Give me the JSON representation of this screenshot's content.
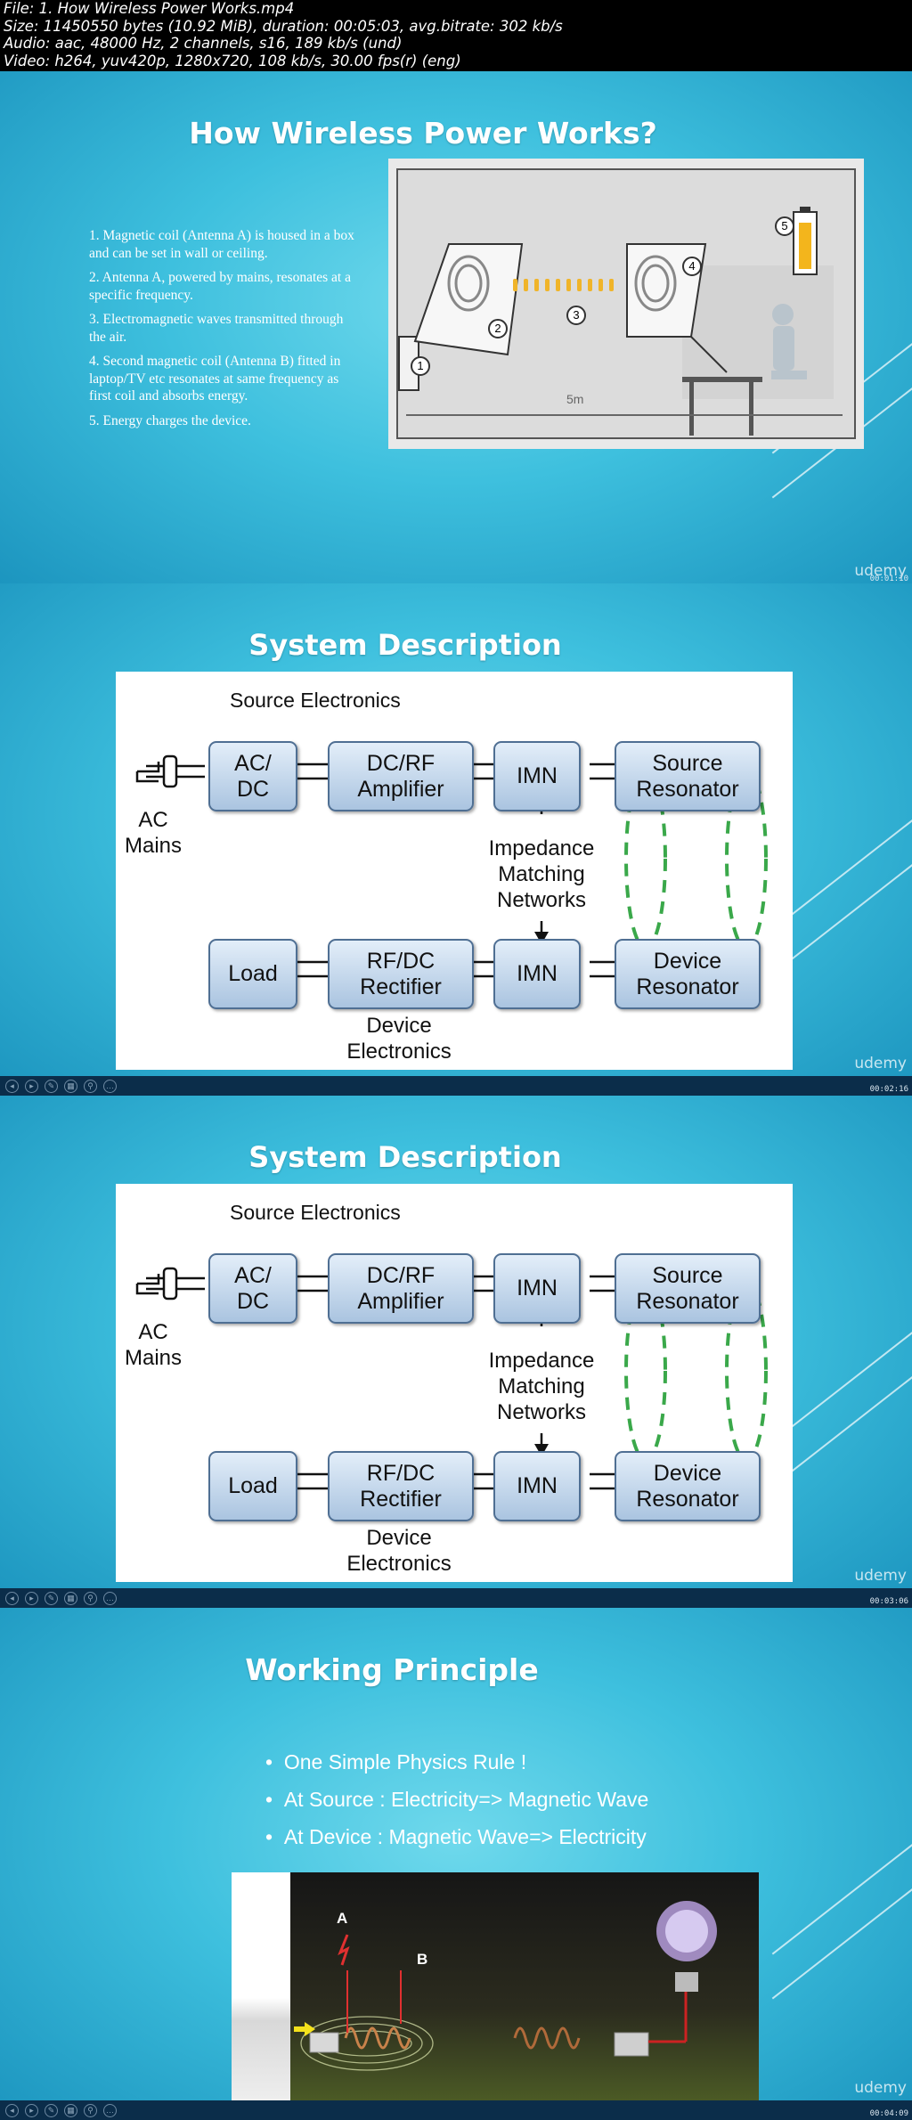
{
  "header": {
    "file": "File: 1. How Wireless Power Works.mp4",
    "size": "Size: 11450550 bytes (10.92 MiB), duration: 00:05:03, avg.bitrate: 302 kb/s",
    "audio": "Audio: aac, 48000 Hz, 2 channels, s16, 189 kb/s (und)",
    "video": "Video: h264, yuv420p, 1280x720, 108 kb/s, 30.00 fps(r) (eng)"
  },
  "slide1": {
    "title": "How Wireless Power Works?",
    "points": [
      "1. Magnetic coil (Antenna A) is housed in a box and can be set in wall or ceiling.",
      "2. Antenna A, powered by mains, resonates at a specific frequency.",
      "3. Electromagnetic waves transmitted through the air.",
      "4. Second magnetic coil (Antenna B) fitted in laptop/TV etc resonates at same frequency as first coil and absorbs energy.",
      "5. Energy charges the device."
    ],
    "figure": {
      "n1": "1",
      "n2": "2",
      "n3": "3",
      "n4": "4",
      "n5": "5",
      "distance": "5m"
    },
    "watermark": "udemy",
    "timestamp": "00:01:10"
  },
  "diagram": {
    "title": "System Description",
    "source_electronics": "Source Electronics",
    "ac_dc_1": "AC/",
    "ac_dc_2": "DC",
    "dcrf_1": "DC/RF",
    "dcrf_2": "Amplifier",
    "imn": "IMN",
    "source_res_1": "Source",
    "source_res_2": "Resonator",
    "ac_mains_1": "AC",
    "ac_mains_2": "Mains",
    "impedance_1": "Impedance",
    "impedance_2": "Matching",
    "impedance_3": "Networks",
    "load": "Load",
    "rfdc_1": "RF/DC",
    "rfdc_2": "Rectifier",
    "device_res_1": "Device",
    "device_res_2": "Resonator",
    "device_electronics_1": "Device",
    "device_electronics_2": "Electronics"
  },
  "slide2": {
    "watermark": "udemy",
    "timestamp": "00:02:16"
  },
  "slide3": {
    "watermark": "udemy",
    "timestamp": "00:03:06"
  },
  "slide4": {
    "title": "Working Principle",
    "bullets": [
      "One Simple Physics Rule !",
      "At Source :   Electricity=> Magnetic Wave",
      "At Device :   Magnetic Wave=> Electricity"
    ],
    "label_a": "A",
    "label_b": "B",
    "watermark": "udemy",
    "timestamp": "00:04:09"
  },
  "colors": {
    "slide_bg": "#3ec0de",
    "panel": "#ffffff",
    "block": "#aac4e0",
    "coil_green": "#3aa84a",
    "battery": "#f3b51c"
  }
}
